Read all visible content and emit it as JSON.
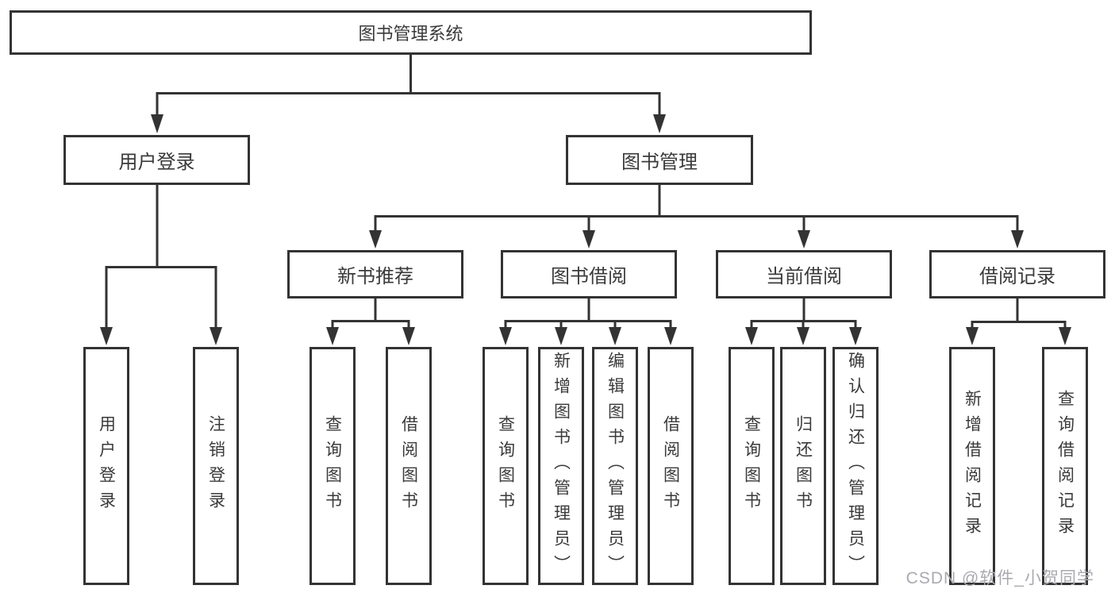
{
  "diagram": {
    "tree": {
      "label": "图书管理系统",
      "children": [
        {
          "label": "用户登录",
          "children": [
            {
              "label": "用户登录"
            },
            {
              "label": "注销登录"
            }
          ]
        },
        {
          "label": "图书管理",
          "children": [
            {
              "label": "新书推荐",
              "children": [
                {
                  "label": "查询图书"
                },
                {
                  "label": "借阅图书"
                }
              ]
            },
            {
              "label": "图书借阅",
              "children": [
                {
                  "label": "查询图书"
                },
                {
                  "label": "新增图书（管理员）"
                },
                {
                  "label": "编辑图书（管理员）"
                },
                {
                  "label": "借阅图书"
                }
              ]
            },
            {
              "label": "当前借阅",
              "children": [
                {
                  "label": "查询图书"
                },
                {
                  "label": "归还图书"
                },
                {
                  "label": "确认归还（管理员）"
                }
              ]
            },
            {
              "label": "借阅记录",
              "children": [
                {
                  "label": "新增借阅记录"
                },
                {
                  "label": "查询借阅记录"
                }
              ]
            }
          ]
        }
      ]
    },
    "watermark": "CSDN @软件_小贺同学",
    "colors": {
      "line": "#333333",
      "box_border": "#333333",
      "text": "#3a3a3a",
      "watermark": "#a9a9b0",
      "background": "#ffffff"
    }
  }
}
